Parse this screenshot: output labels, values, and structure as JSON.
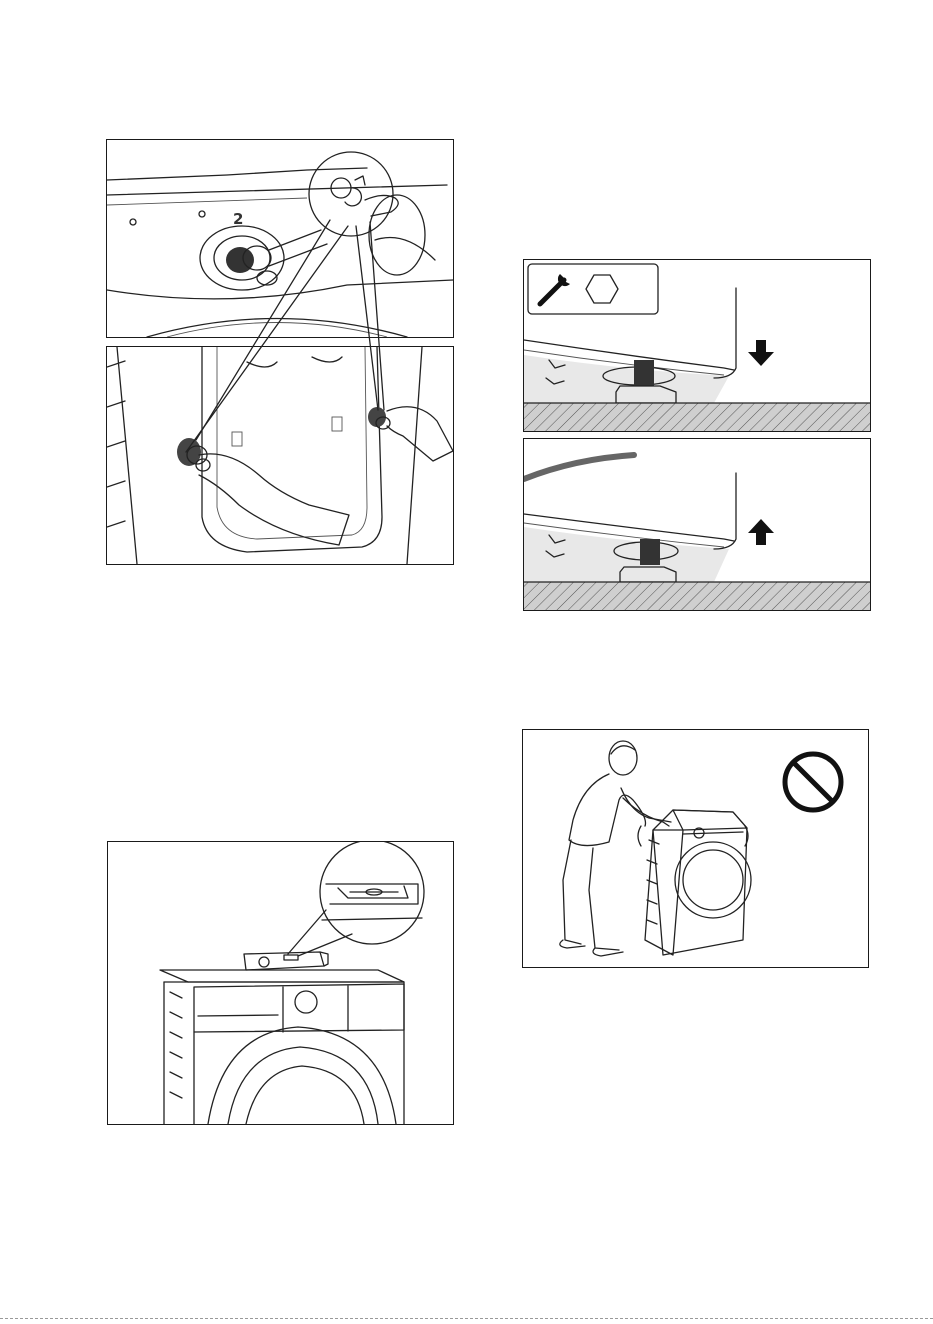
{
  "figures": [
    {
      "id": "transit-bolt-plugs",
      "panels": [
        "rear-panel-top",
        "rear-panel-bottom"
      ],
      "marking": "2"
    },
    {
      "id": "foot-adjust",
      "panels": [
        "foot-down",
        "foot-up"
      ],
      "tool_icons": [
        "wrench-icon",
        "hexagon-nut-icon"
      ],
      "arrows": [
        "arrow-down",
        "arrow-up"
      ]
    },
    {
      "id": "spirit-level",
      "panels": [
        "level-on-top"
      ]
    },
    {
      "id": "do-not-tilt",
      "panels": [
        "tilt-warning"
      ],
      "symbol": "prohibition-icon"
    }
  ],
  "colors": {
    "line": "#222222",
    "hatch": "#555555",
    "floor": "#cfcfcf",
    "panel_border": "#1a1a1a"
  }
}
